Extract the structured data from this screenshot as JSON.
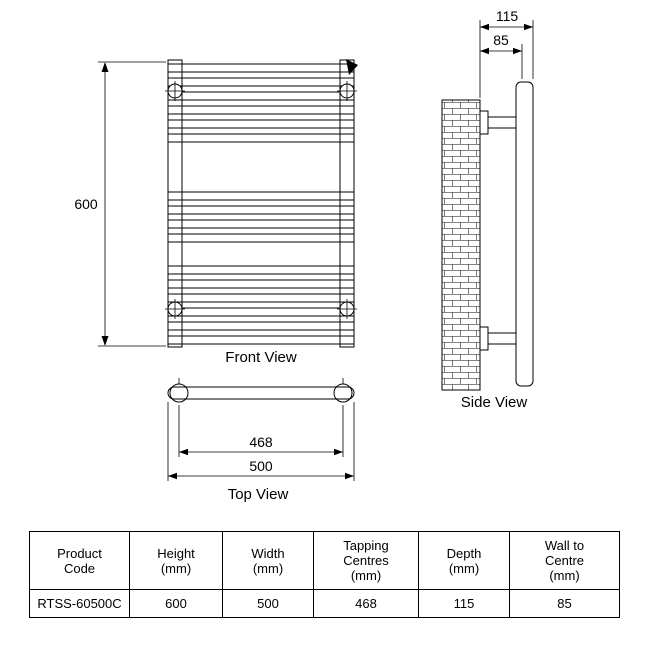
{
  "colors": {
    "line": "#000000",
    "brick": "#5a5a5a"
  },
  "views": {
    "front": {
      "label": "Front View",
      "height_dim": "600"
    },
    "side": {
      "label": "Side View",
      "depth_dim": "115",
      "wall_to_centre_dim": "85"
    },
    "top": {
      "label": "Top View",
      "tapping_centres_dim": "468",
      "width_dim": "500"
    }
  },
  "table": {
    "headers": [
      "Product\nCode",
      "Height\n(mm)",
      "Width\n(mm)",
      "Tapping\nCentres\n(mm)",
      "Depth\n(mm)",
      "Wall to\nCentre\n(mm)"
    ],
    "rows": [
      [
        "RTSS-60500C",
        "600",
        "500",
        "468",
        "115",
        "85"
      ]
    ]
  }
}
